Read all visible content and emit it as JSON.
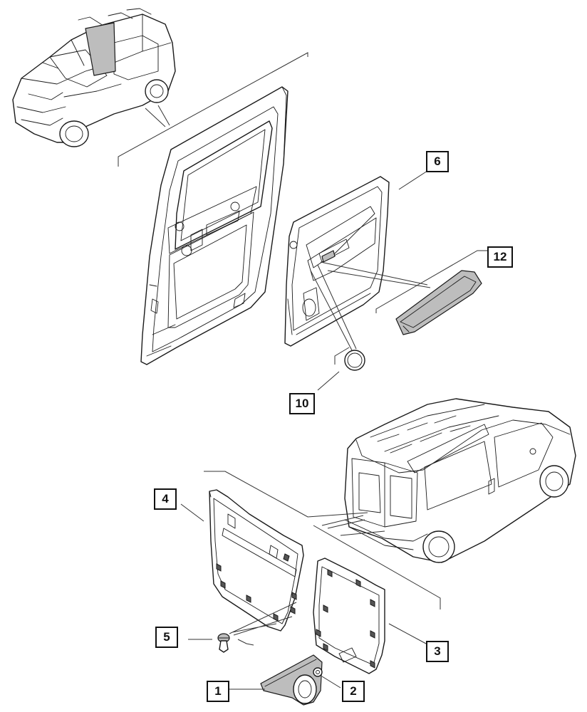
{
  "callouts": {
    "c6": "6",
    "c12": "12",
    "c10": "10",
    "c4": "4",
    "c5": "5",
    "c3": "3",
    "c1": "1",
    "c2": "2"
  }
}
